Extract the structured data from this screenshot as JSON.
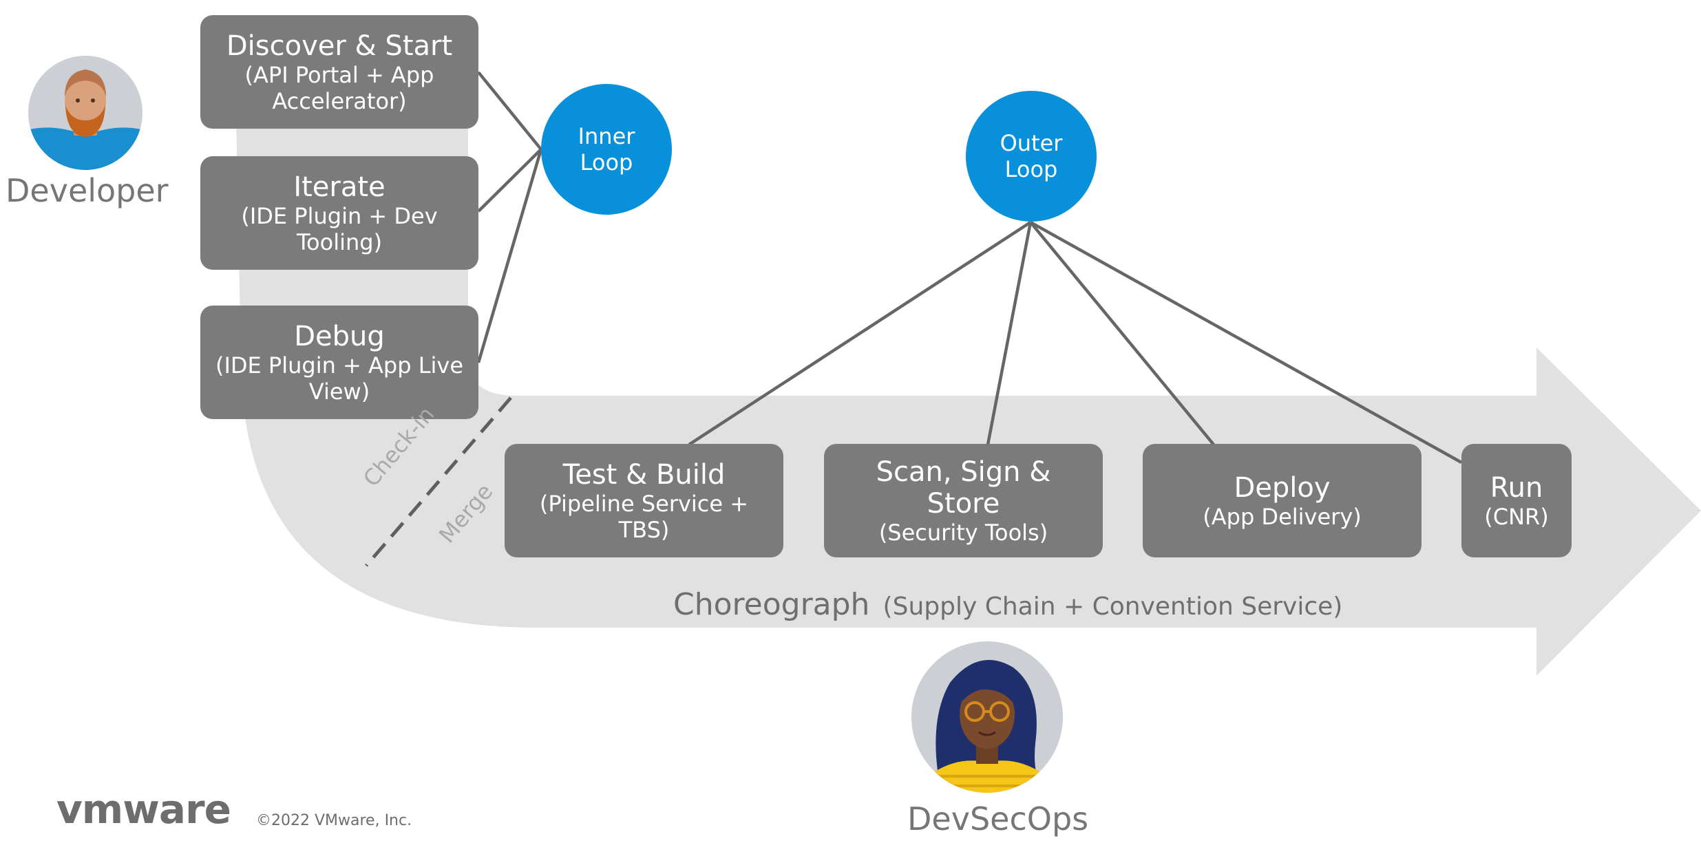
{
  "inner_tasks": [
    {
      "title": "Discover & Start",
      "sub": "(API Portal + App Accelerator)"
    },
    {
      "title": "Iterate",
      "sub": "(IDE Plugin + Dev Tooling)"
    },
    {
      "title": "Debug",
      "sub": "(IDE Plugin + App Live View)"
    }
  ],
  "outer_tasks": [
    {
      "title": "Test & Build",
      "sub": "(Pipeline Service + TBS)"
    },
    {
      "title": "Scan, Sign & Store",
      "sub": "(Security Tools)"
    },
    {
      "title": "Deploy",
      "sub": "(App Delivery)"
    },
    {
      "title": "Run",
      "sub": "(CNR)"
    }
  ],
  "loops": {
    "inner": "Inner Loop",
    "outer": "Outer Loop"
  },
  "personas": {
    "developer": "Developer",
    "devsecops": "DevSecOps"
  },
  "handoff": {
    "check_in": "Check-in",
    "merge": "Merge"
  },
  "choreograph": {
    "title": "Choreograph",
    "sub": "(Supply Chain + Convention Service)"
  },
  "branding": {
    "logo": "vmware",
    "copyright": "©2022 VMware, Inc."
  },
  "colors": {
    "box": "#7b7b7b",
    "loop_circle": "#0891da",
    "arrow": "#e1e1e1",
    "connector": "#666666"
  }
}
